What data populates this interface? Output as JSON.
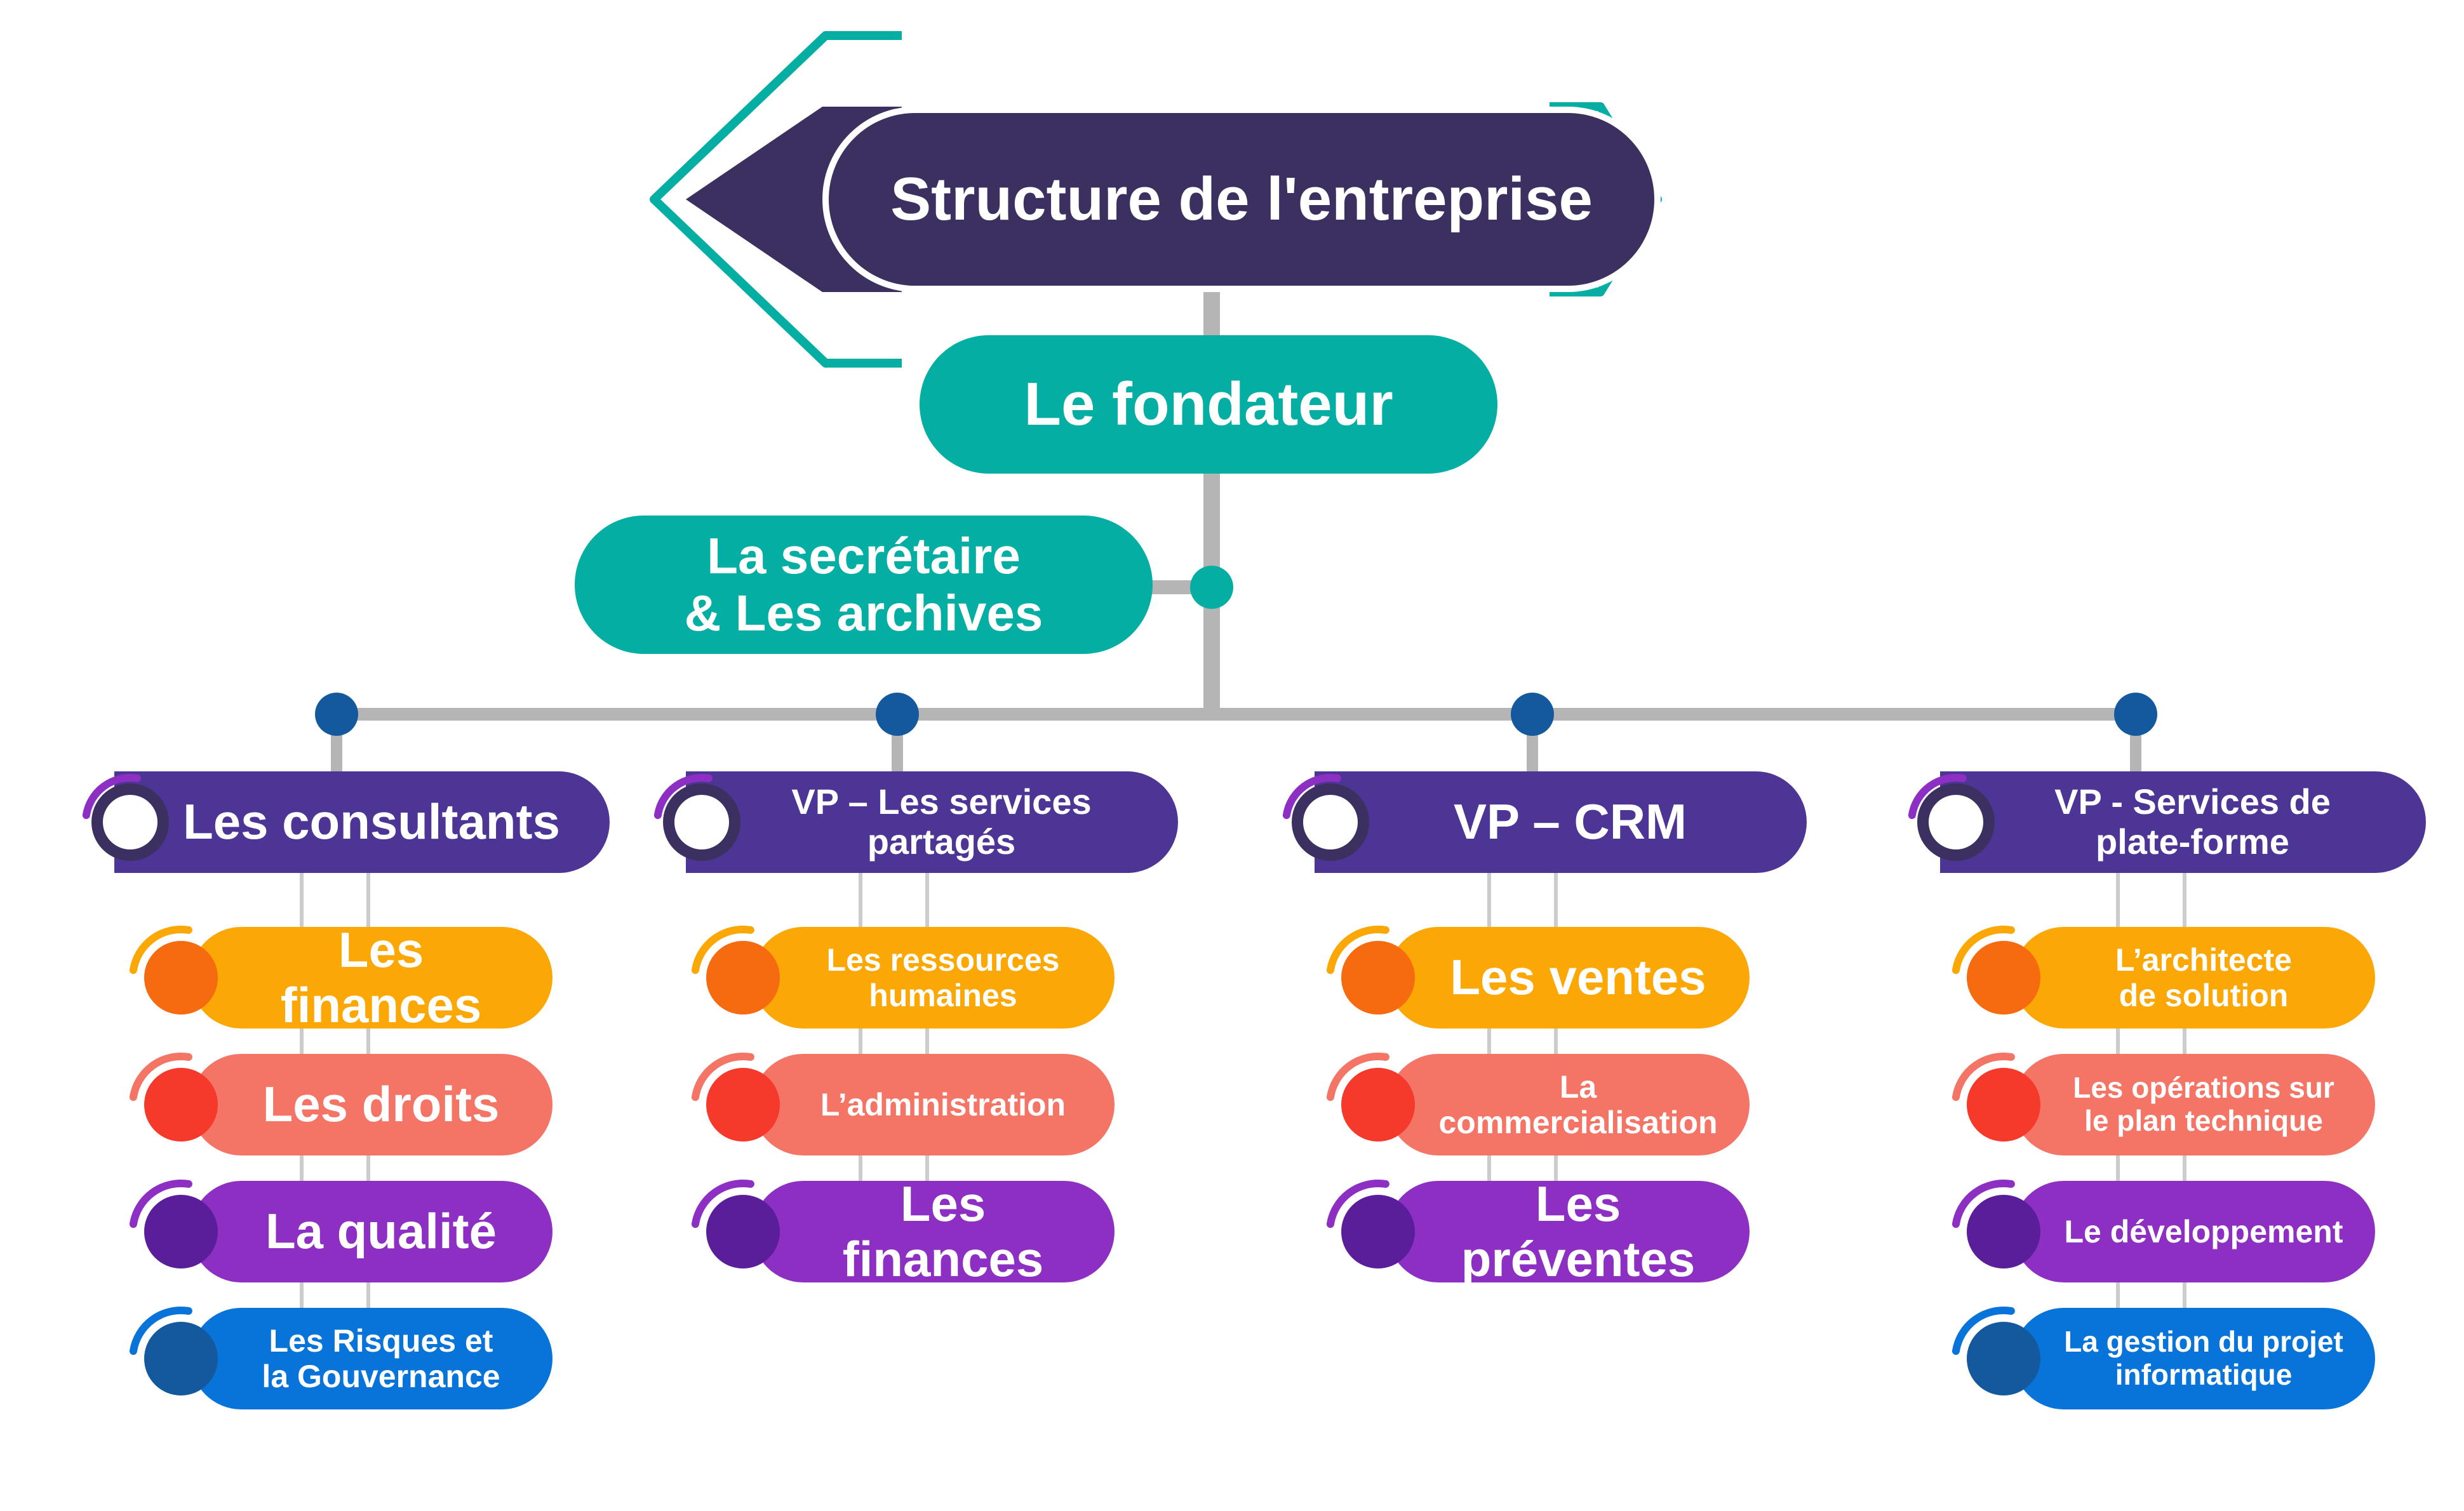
{
  "title": "Structure de l'entreprise",
  "founder": "Le fondateur",
  "secretary": "La secrétaire\n& Les archives",
  "colors": {
    "title": "#3c3060",
    "teal": "#04aea3",
    "department": "#4d3595",
    "connector": "#b5b5b5",
    "node": "#14599e",
    "orange": "#fba706",
    "salmon": "#f47466",
    "purple": "#8e2fc4",
    "blue": "#0874d9"
  },
  "departments": [
    {
      "label": "Les consultants",
      "children": [
        {
          "label": "Les finances",
          "color": "orange"
        },
        {
          "label": "Les droits",
          "color": "salmon"
        },
        {
          "label": "La qualité",
          "color": "purple"
        },
        {
          "label": "Les Risques et\nla Gouvernance",
          "color": "blue"
        }
      ]
    },
    {
      "label": "VP – Les services\npartagés",
      "children": [
        {
          "label": "Les ressources\nhumaines",
          "color": "orange"
        },
        {
          "label": "L’administration",
          "color": "salmon"
        },
        {
          "label": "Les finances",
          "color": "purple"
        }
      ]
    },
    {
      "label": "VP – CRM",
      "children": [
        {
          "label": "Les ventes",
          "color": "orange"
        },
        {
          "label": "La\ncommercialisation",
          "color": "salmon"
        },
        {
          "label": "Les préventes",
          "color": "purple"
        }
      ]
    },
    {
      "label": "VP - Services de\nplate-forme",
      "children": [
        {
          "label": "L’architecte\nde solution",
          "color": "orange"
        },
        {
          "label": "Les opérations sur\nle plan technique",
          "color": "salmon"
        },
        {
          "label": "Le développement",
          "color": "purple"
        },
        {
          "label": "La gestion du projet\ninformatique",
          "color": "blue"
        }
      ]
    }
  ]
}
